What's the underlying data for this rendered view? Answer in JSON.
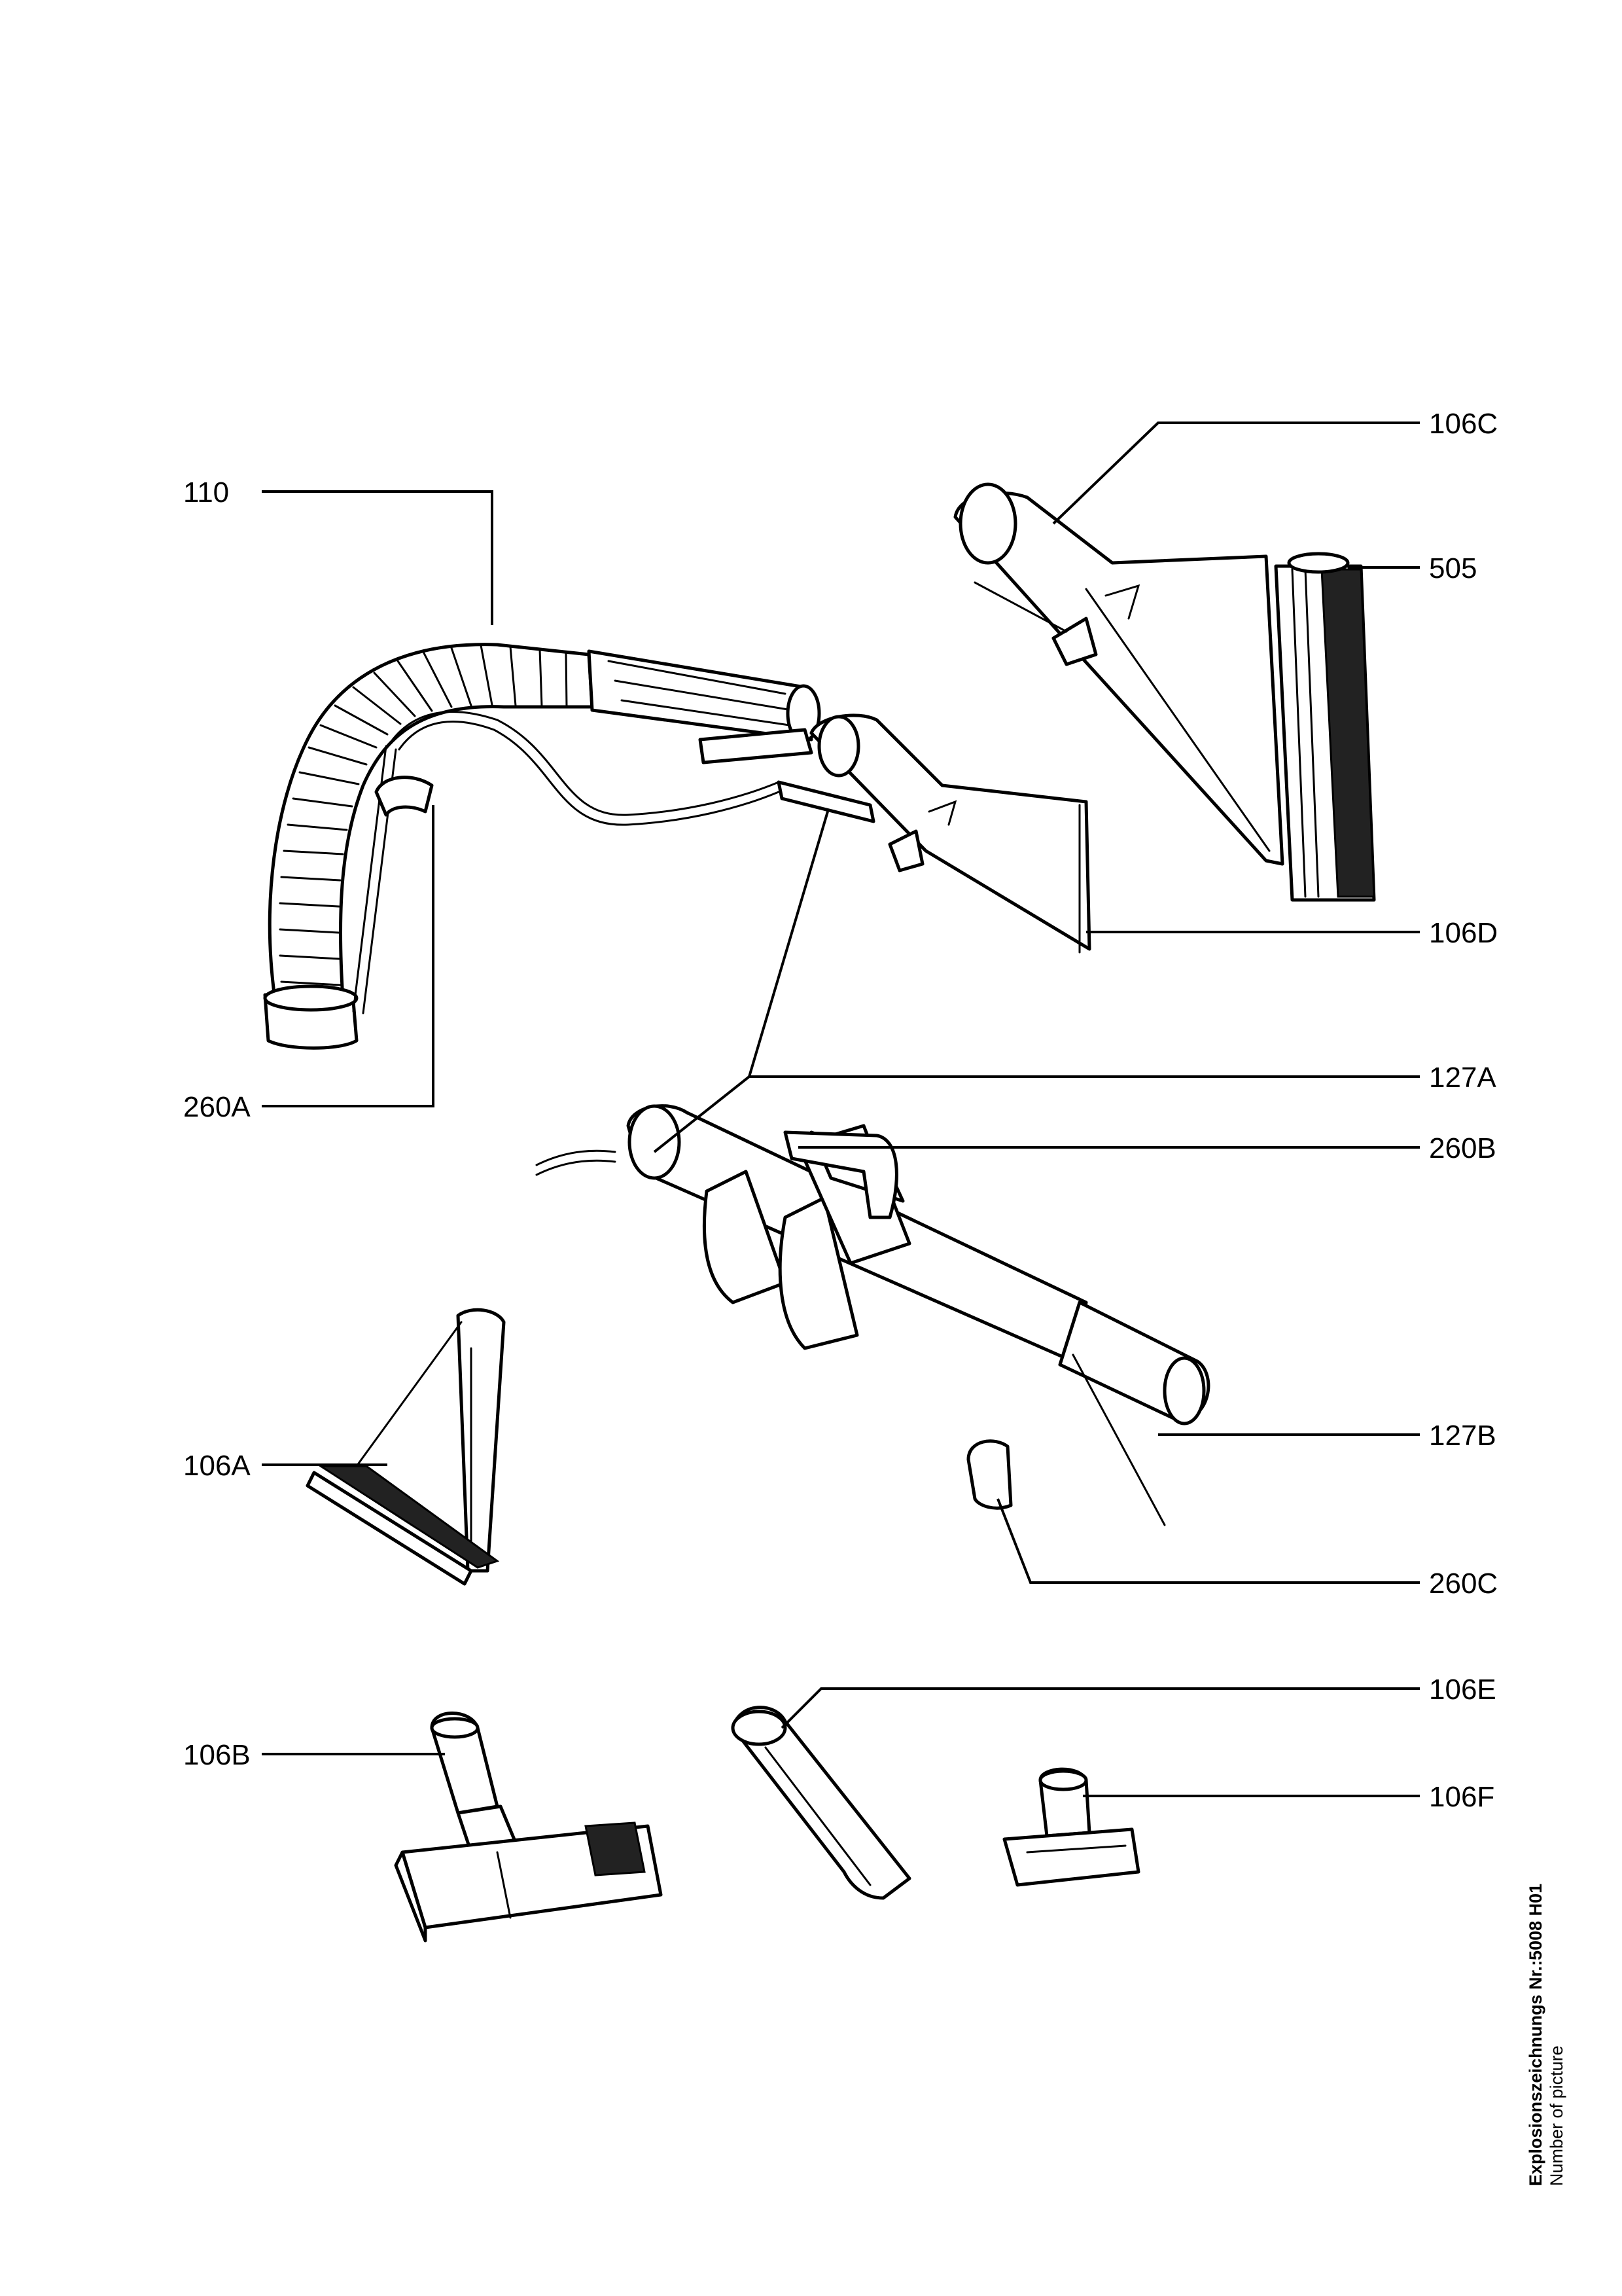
{
  "labels": {
    "l110": "110",
    "l106C": "106C",
    "l505": "505",
    "l106D": "106D",
    "l260A": "260A",
    "l127A": "127A",
    "l260B": "260B",
    "l106A": "106A",
    "l127B": "127B",
    "l260C": "260C",
    "l106E": "106E",
    "l106B": "106B",
    "l106F": "106F"
  },
  "footer": {
    "drawing_number": "Explosionszeichnungs Nr.:5008 H01",
    "caption": "Number of picture"
  }
}
